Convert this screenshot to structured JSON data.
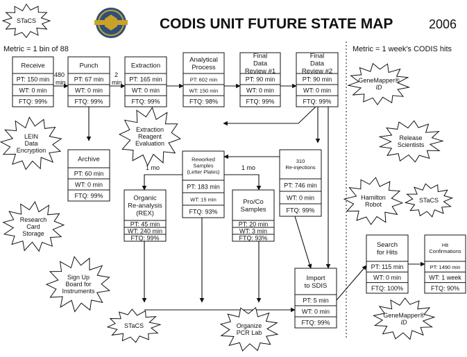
{
  "header": {
    "title": "CODIS UNIT FUTURE STATE MAP",
    "year": "2006",
    "metric_left": "Metric = 1 bin of 88",
    "metric_right": "Metric = 1 week's CODIS hits"
  },
  "colors": {
    "seal": "#2f4f7a",
    "seal_gold": "#c9a227",
    "line": "#111111"
  },
  "processes": [
    {
      "id": "receive",
      "label": [
        "Receive"
      ],
      "pt": "PT: 150 min",
      "wt": "WT: 0 min",
      "ftq": "FTQ: 99%"
    },
    {
      "id": "punch",
      "label": [
        "Punch"
      ],
      "pt": "PT: 67 min",
      "wt": "WT: 0 min",
      "ftq": "FTQ: 99%"
    },
    {
      "id": "extraction",
      "label": [
        "Extraction"
      ],
      "pt": "PT: 165 min",
      "wt": "WT: 0 min",
      "ftq": "FTQ: 99%"
    },
    {
      "id": "analytical",
      "label": [
        "Analytical",
        "Process"
      ],
      "pt": "PT: 602 min",
      "wt": "WT: 150 min",
      "ftq": "FTQ: 98%"
    },
    {
      "id": "fdr1",
      "label": [
        "Final",
        "Data",
        "Review #1"
      ],
      "pt": "PT: 90 min",
      "wt": "WT: 0 min",
      "ftq": "FTQ: 99%"
    },
    {
      "id": "fdr2",
      "label": [
        "Final",
        "Data",
        "Review #2"
      ],
      "pt": "PT: 90 min",
      "wt": "WT: 0 min",
      "ftq": "FTQ: 99%"
    },
    {
      "id": "archive",
      "label": [
        "Archive"
      ],
      "pt": "PT: 60 min",
      "wt": "WT: 0 min",
      "ftq": "FTQ: 99%"
    },
    {
      "id": "reworked",
      "label": [
        "Reworked",
        "Samples",
        "(Letter Plates)"
      ],
      "pt": "PT: 183 min",
      "wt": "WT: 15 min",
      "ftq": "FTQ: 93%"
    },
    {
      "id": "reinject",
      "label": [
        "310",
        "Re-injections"
      ],
      "pt": "PT: 746 min",
      "wt": "WT: 0 min",
      "ftq": "FTQ: 99%"
    },
    {
      "id": "organic",
      "label": [
        "Organic",
        "Re-analysis",
        "(REX)"
      ],
      "pt": "PT: 45 min",
      "wt": "WT: 240 min",
      "ftq": "FTQ: 99%"
    },
    {
      "id": "proco",
      "label": [
        "Pro/Co",
        "Samples"
      ],
      "pt": "PT: 20 min",
      "wt": "WT: 3 min",
      "ftq": "FTQ: 93%"
    },
    {
      "id": "sdis",
      "label": [
        "Import",
        "to SDIS"
      ],
      "pt": "PT: 5 min",
      "wt": "WT: 0 min",
      "ftq": "FTQ: 99%"
    },
    {
      "id": "search",
      "label": [
        "Search",
        "for Hits"
      ],
      "pt": "PT: 115 min",
      "wt": "WT: 0 min",
      "ftq": "FTQ: 100%"
    },
    {
      "id": "hitconf",
      "label": [
        "Hit",
        "Confirmations"
      ],
      "pt": "PT: 1490 min",
      "wt": "WT: 1 week",
      "ftq": "FTQ: 90%"
    }
  ],
  "lead_times": {
    "receive_punch": [
      "480",
      "min"
    ],
    "punch_extraction": [
      "2",
      "min"
    ],
    "to_organic": "1 mo",
    "to_proco": "1 mo"
  },
  "kaizen": {
    "stacs_top": [
      "STaCS"
    ],
    "lein": [
      "LEIN",
      "Data",
      "Encryption"
    ],
    "extraction_reagent": [
      "Extraction",
      "Reagent",
      "Evaluation"
    ],
    "research_card": [
      "Research",
      "Card",
      "Storage"
    ],
    "signup_board": [
      "Sign Up",
      "Board for",
      "Instruments"
    ],
    "stacs_bottom": [
      "STaCS"
    ],
    "organize_pcr": [
      "Organize",
      "PCR Lab"
    ],
    "genemapper_top": [
      "GeneMapper®",
      "ID"
    ],
    "release_scientists": [
      "Release",
      "Scientists"
    ],
    "hamilton": [
      "Hamilton",
      "Robot"
    ],
    "stacs_right": [
      "STaCS"
    ],
    "genemapper_bottom": [
      "GeneMapper®",
      "ID"
    ]
  }
}
